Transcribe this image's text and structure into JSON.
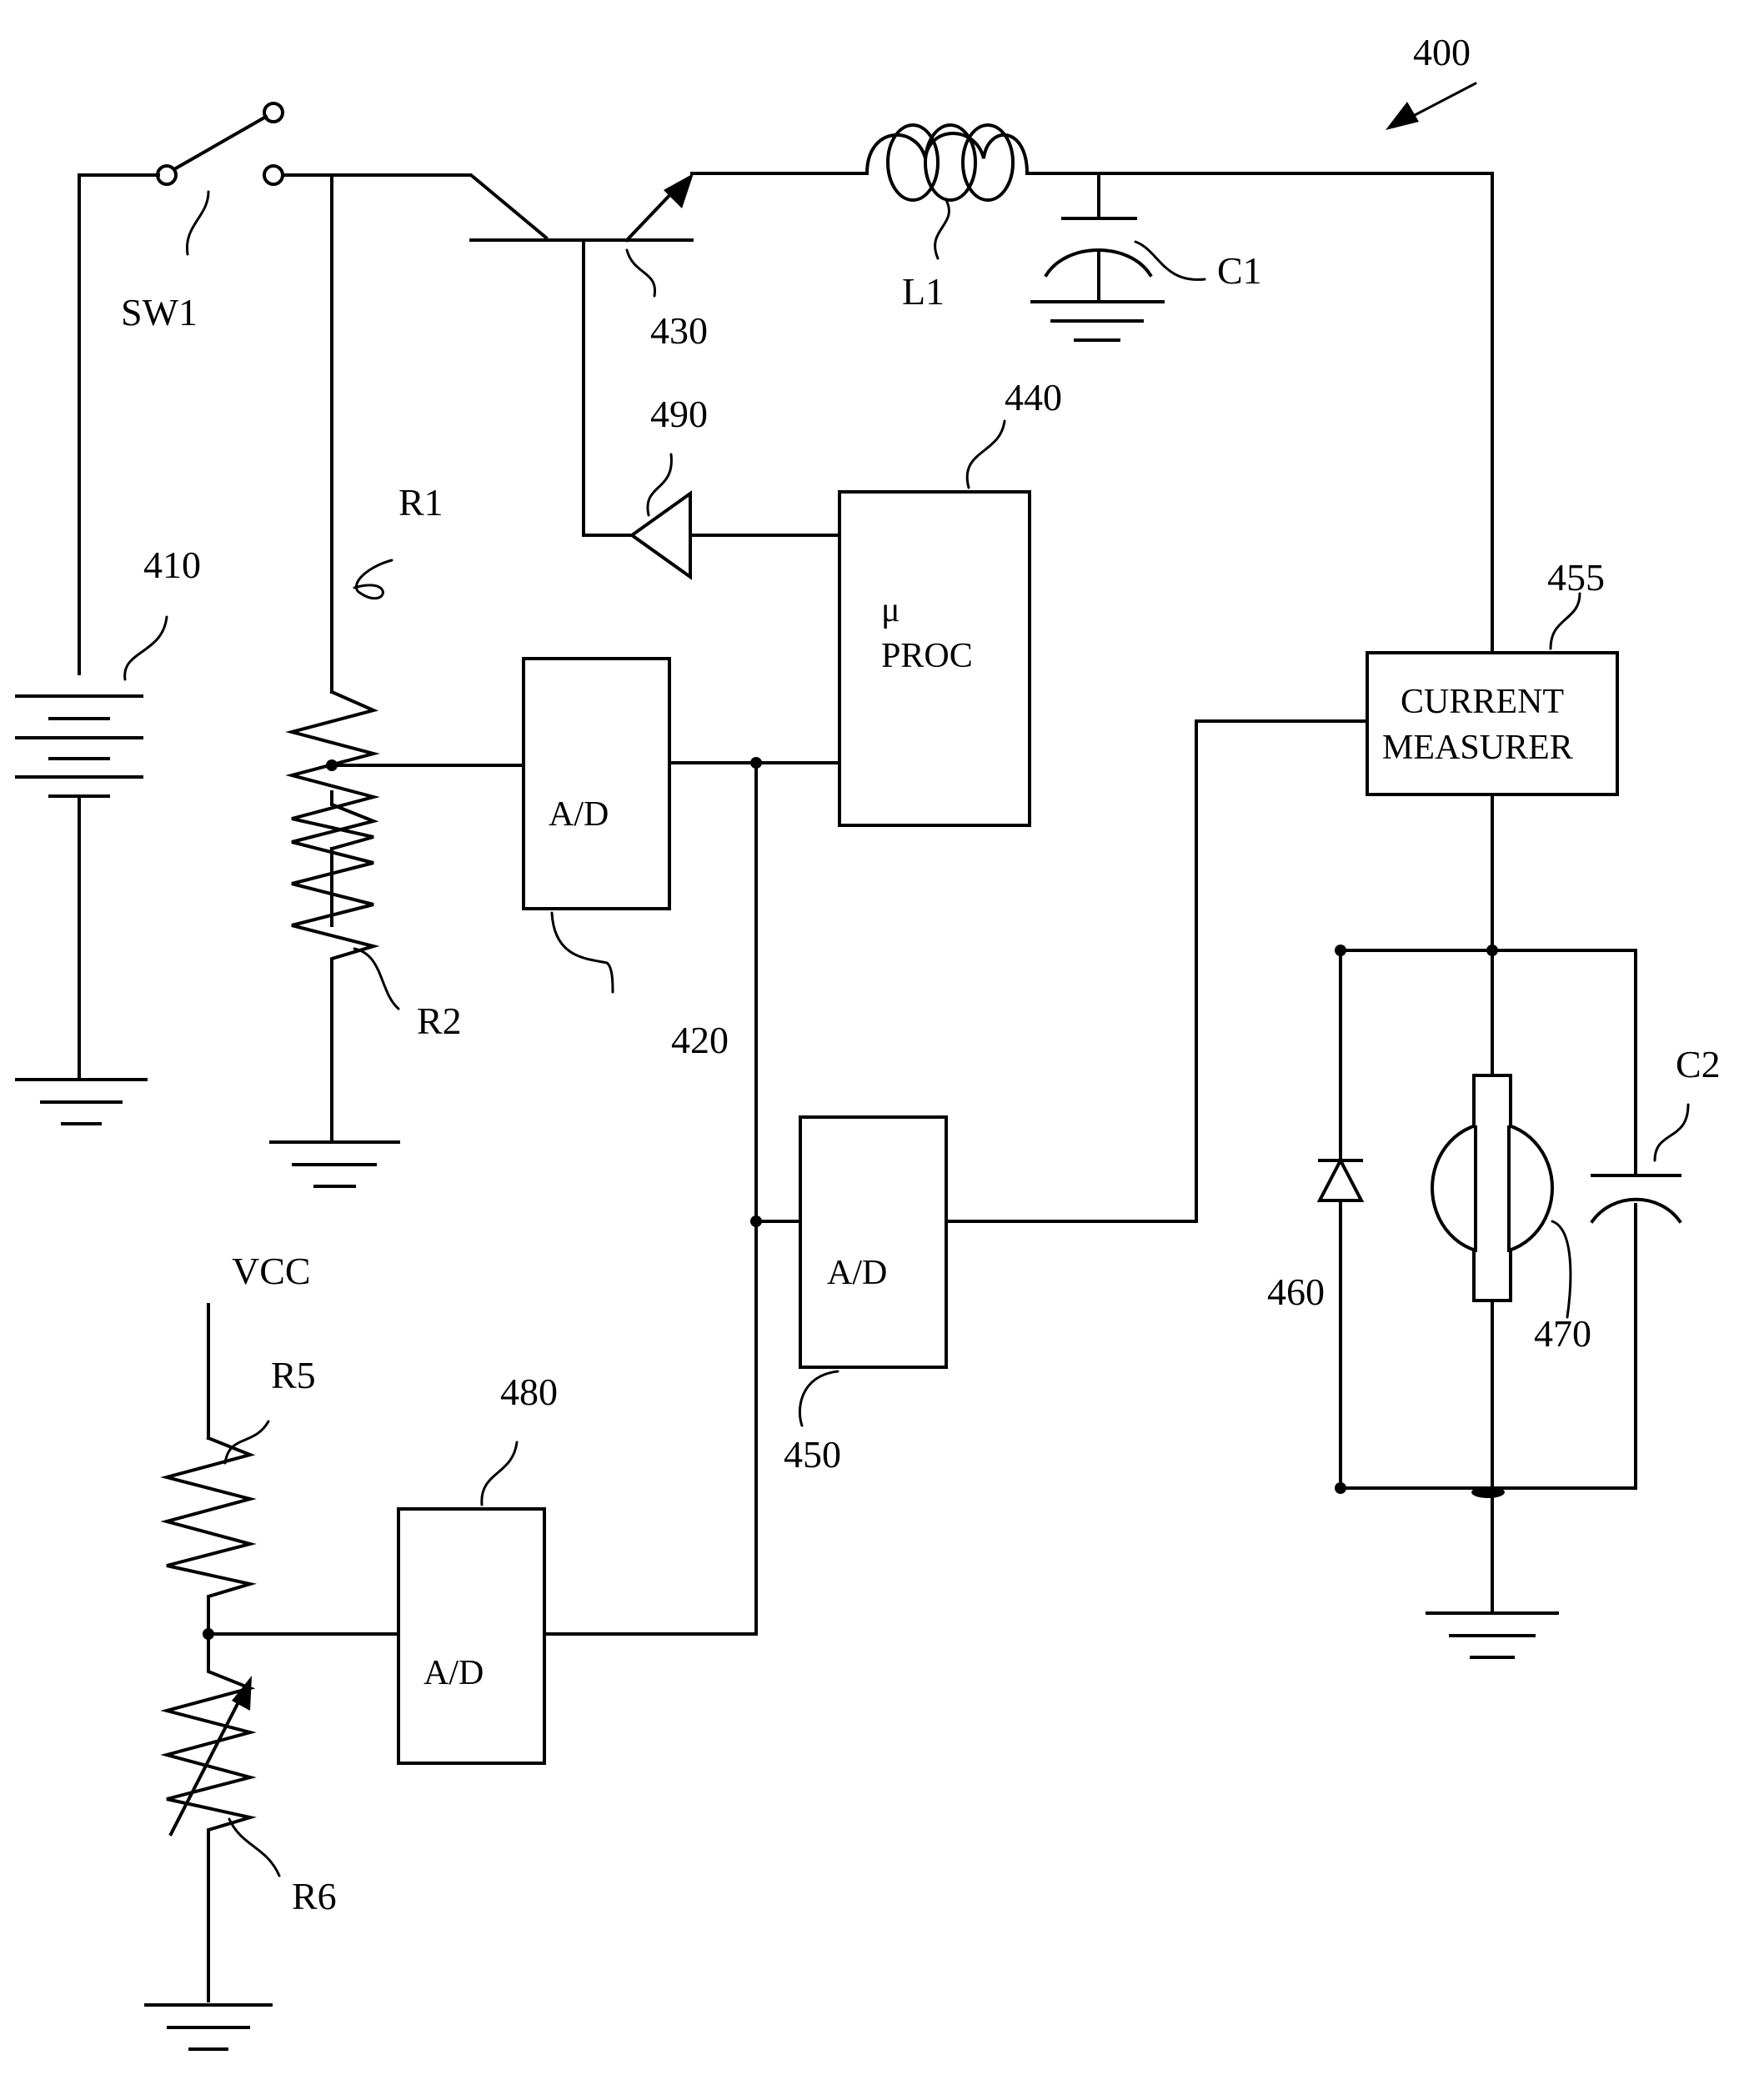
{
  "figure_number": "400",
  "components": {
    "switch": "SW1",
    "battery": "410",
    "resistor_r1": "R1",
    "resistor_r2": "R2",
    "transistor": "430",
    "inductor": "L1",
    "capacitor_c1": "C1",
    "buffer": "490",
    "processor_ref": "440",
    "processor_symbol": "μ",
    "processor_text": "PROC",
    "adc_1": "A/D",
    "adc_bus_ref": "420",
    "adc_2": "A/D",
    "adc_2_ref": "450",
    "adc_3": "A/D",
    "adc_3_ref": "480",
    "current_measurer_ref": "455",
    "current_measurer_line1": "CURRENT",
    "current_measurer_line2": "MEASURER",
    "diode": "460",
    "motor": "470",
    "capacitor_c2": "C2",
    "supply": "VCC",
    "resistor_r5": "R5",
    "thermistor_r6": "R6"
  }
}
